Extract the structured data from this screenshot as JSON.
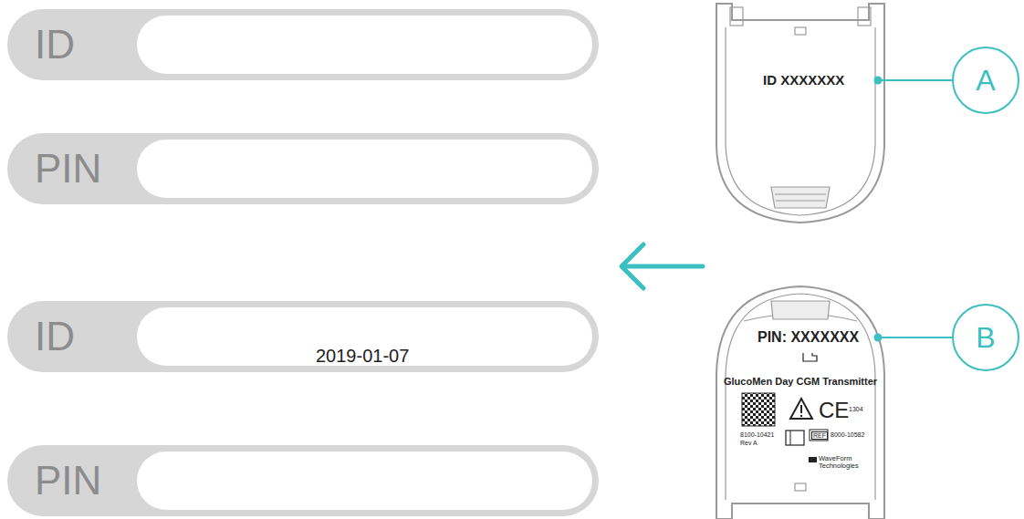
{
  "diagram": {
    "nodes": [
      {
        "text": [
          "ID"
        ]
      },
      {
        "text": [
          "PIN"
        ]
      },
      {
        "text": [
          "ID"
        ]
      },
      {
        "text": [
          "PIN"
        ]
      },
      {
        "text": [
          "A"
        ]
      },
      {
        "text": [
          "B"
        ]
      }
    ],
    "labels": [
      "ID XXXXXXX",
      "PIN: XXXXXXX",
      "2019-01-07",
      "GlucoMen Day CGM Transmitter",
      "CE",
      "1304",
      "REF",
      "8000-10582",
      "8100-10421",
      "Rev A",
      "WaveForm Technologies"
    ]
  }
}
